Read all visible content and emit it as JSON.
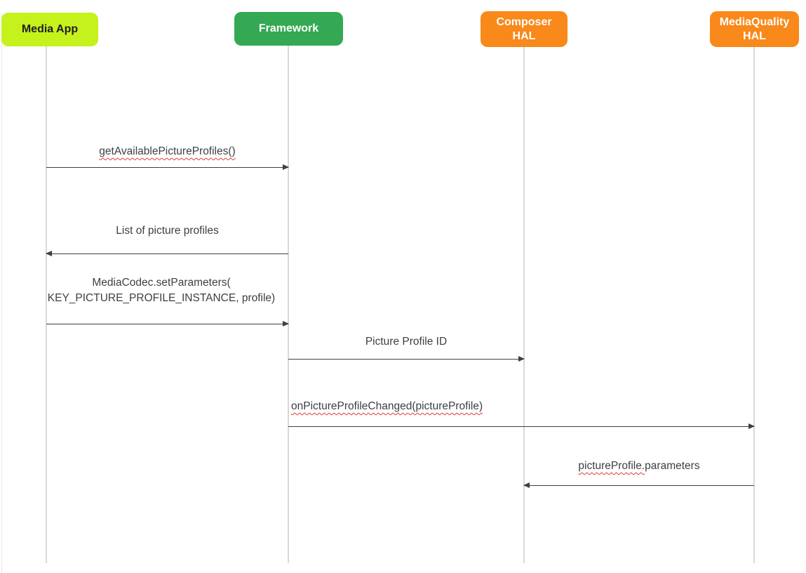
{
  "diagram": {
    "kind": "sequence-diagram",
    "participants": [
      {
        "id": "media-app",
        "label": "Media App",
        "color": "#c5f11d",
        "text_color": "#1f1f1f"
      },
      {
        "id": "framework",
        "label": "Framework",
        "color": "#34a853",
        "text_color": "#ffffff"
      },
      {
        "id": "composer-hal",
        "label": "Composer HAL",
        "color": "#f8891a",
        "text_color": "#ffffff"
      },
      {
        "id": "mediaquality-hal",
        "label": "MediaQuality HAL",
        "color": "#f8891a",
        "text_color": "#ffffff"
      }
    ],
    "messages": [
      {
        "label": "getAvailablePictureProfiles()",
        "from": "Media App",
        "to": "Framework",
        "direction": "right",
        "spellcheck_underline": true
      },
      {
        "label": "List of picture profiles",
        "from": "Framework",
        "to": "Media App",
        "direction": "left",
        "spellcheck_underline": false
      },
      {
        "label_line1": "MediaCodec.setParameters(",
        "label_line2": "KEY_PICTURE_PROFILE_INSTANCE, profile)",
        "from": "Media App",
        "to": "Framework",
        "direction": "right",
        "spellcheck_underline": false
      },
      {
        "label": "Picture Profile ID",
        "from": "Framework",
        "to": "Composer HAL",
        "direction": "right",
        "spellcheck_underline": false
      },
      {
        "label": "onPictureProfileChanged(pictureProfile)",
        "from": "Framework",
        "to": "MediaQuality HAL",
        "direction": "right",
        "spellcheck_underline": true
      },
      {
        "label_underlined_part": "pictureProfile.",
        "label_plain_part": "parameters",
        "from": "MediaQuality HAL",
        "to": "Composer HAL",
        "direction": "left",
        "spellcheck_underline": "partial"
      }
    ],
    "colors": {
      "background": "#ffffff",
      "lifeline": "#d9d9d9",
      "arrow": "#3c4043",
      "message_text": "#3c4043",
      "spellcheck_underline": "#e53935",
      "chartreuse_box": "#c5f11d",
      "green_box": "#34a853",
      "orange_box": "#f8891a"
    }
  }
}
